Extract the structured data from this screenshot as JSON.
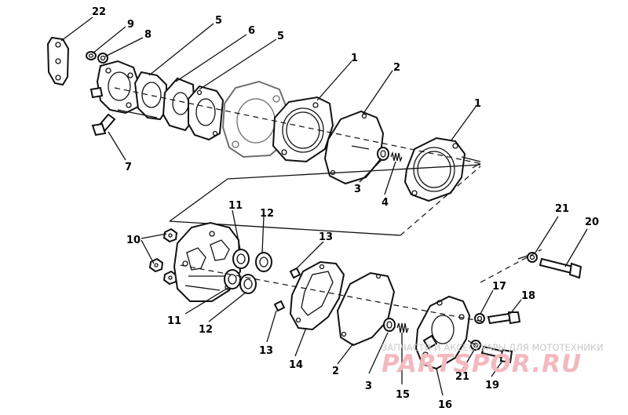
{
  "callouts": {
    "c22": "22",
    "c9": "9",
    "c8": "8",
    "c5a": "5",
    "c6": "6",
    "c5b": "5",
    "c1a": "1",
    "c2a": "2",
    "c1b": "1",
    "c7": "7",
    "c3a": "3",
    "c4": "4",
    "c21a": "21",
    "c20": "20",
    "c11a": "11",
    "c12a": "12",
    "c10": "10",
    "c13a": "13",
    "c17": "17",
    "c18": "18",
    "c11b": "11",
    "c12b": "12",
    "c13b": "13",
    "c14": "14",
    "c2b": "2",
    "c3b": "3",
    "c15": "15",
    "c21b": "21",
    "c19": "19",
    "c16": "16"
  },
  "watermark": {
    "caption": "ЗАПЧАСТИ И АКСЕССУАРЫ ДЛЯ МОТОТЕХНИКИ",
    "brand": "PARTSPOR.RU"
  }
}
